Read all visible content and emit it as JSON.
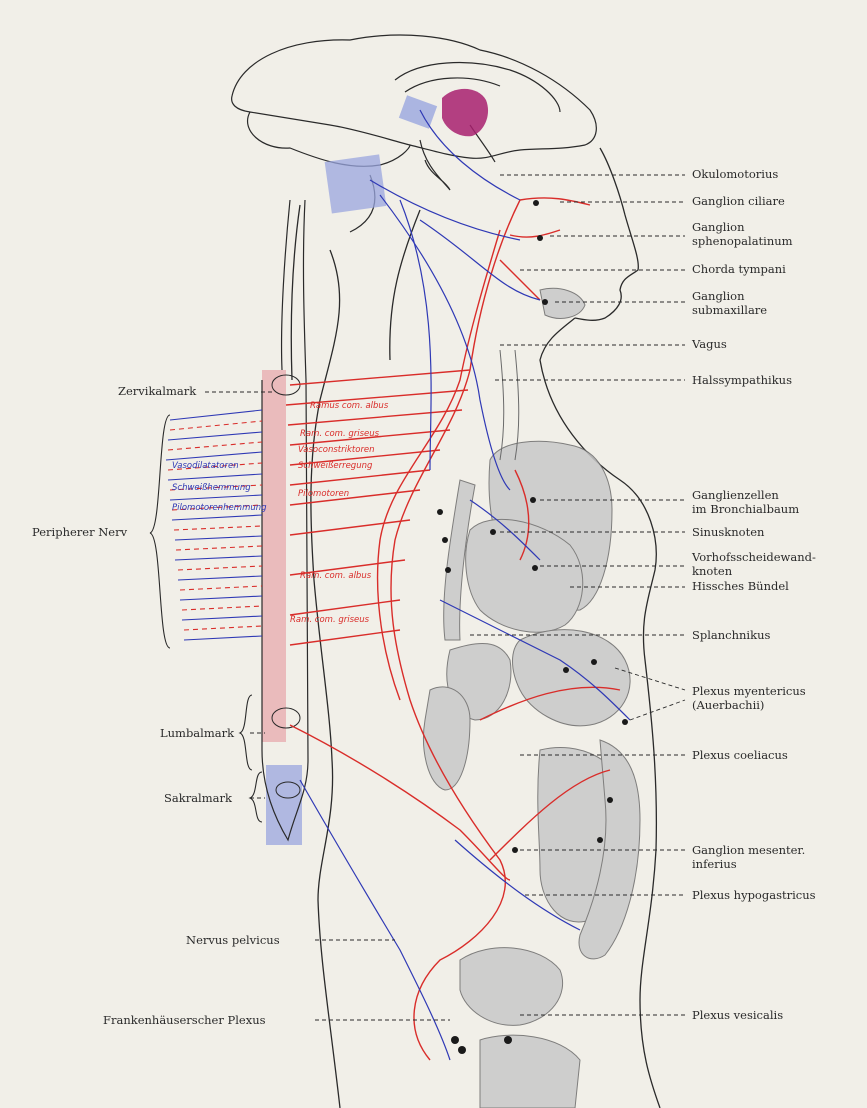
{
  "colors": {
    "background": "#f1efe8",
    "ink": "#2a2a2a",
    "sympathetic": "#d92d2a",
    "parasympathetic": "#2f39b5",
    "organ_fill": "#c9c9c9",
    "hypothalamus": "#a8206e",
    "spinal_red": "#e7a9ad",
    "spinal_blue": "#9aa6df"
  },
  "labels": {
    "okulomotorius": "Okulomotorius",
    "ganglion_ciliare": "Ganglion ciliare",
    "ganglion_spheno_1": "Ganglion",
    "ganglion_spheno_2": "sphenopalatinum",
    "chorda_tympani": "Chorda tympani",
    "ganglion_submax_1": "Ganglion",
    "ganglion_submax_2": "submaxillare",
    "vagus": "Vagus",
    "halssympathikus": "Halssympathikus",
    "zervikalmark": "Zervikalmark",
    "ganglienzellen_1": "Ganglienzellen",
    "ganglienzellen_2": "im Bronchialbaum",
    "sinusknoten": "Sinusknoten",
    "vorhof_1": "Vorhofsscheidewand-",
    "vorhof_2": "knoten",
    "hissches": "Hissches Bündel",
    "peripherer": "Peripherer Nerv",
    "splanchnikus": "Splanchnikus",
    "plexus_myent_1": "Plexus myentericus",
    "plexus_myent_2": "(Auerbachii)",
    "lumbalmark": "Lumbalmark",
    "plexus_coeliacus": "Plexus coeliacus",
    "sakralmark": "Sakralmark",
    "ganglion_mes_1": "Ganglion mesenter.",
    "ganglion_mes_2": "inferius",
    "plexus_hypo": "Plexus hypogastricus",
    "nervus_pelvicus": "Nervus pelvicus",
    "frankenhaeuser": "Frankenhäuserscher Plexus",
    "plexus_vesicalis": "Plexus vesicalis"
  },
  "handwritten": {
    "ramus_com_albus": "Ramus com. albus",
    "ram_com_griseus": "Ram. com. griseus",
    "vasoconstriktoren": "Vasoconstriktoren",
    "vasodilatatoren": "Vasodilatatoren",
    "schweisserregung": "Schweißerregung",
    "schweisshemmung": "Schweißhemmung",
    "pilomotoren": "Pilomotoren",
    "pilomotorenhemmung": "Pilomotorenhemmung",
    "ram_com_albus_2": "Ram. com. albus",
    "ram_com_griseus_2": "Ram. com. griseus"
  }
}
